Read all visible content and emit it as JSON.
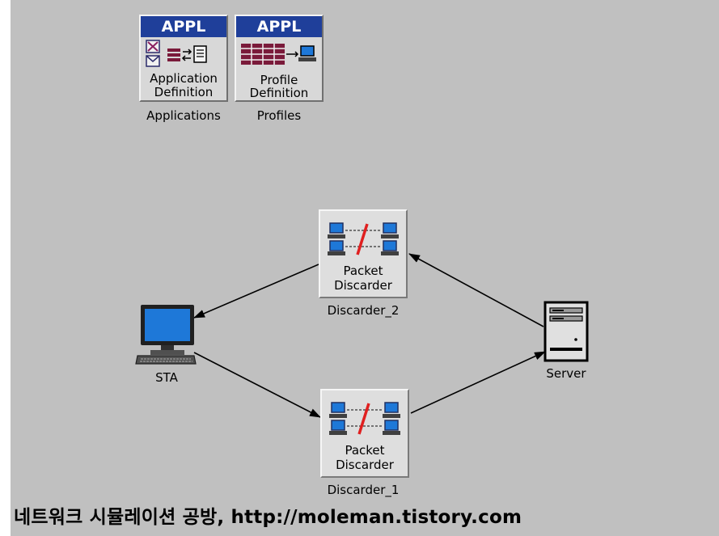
{
  "nodes": {
    "applications": {
      "header": "APPL",
      "label_line1": "Application",
      "label_line2": "Definition",
      "caption": "Applications"
    },
    "profiles": {
      "header": "APPL",
      "label_line1": "Profile",
      "label_line2": "Definition",
      "caption": "Profiles"
    },
    "discarder_2": {
      "label_line1": "Packet",
      "label_line2": "Discarder",
      "caption": "Discarder_2"
    },
    "discarder_1": {
      "label_line1": "Packet",
      "label_line2": "Discarder",
      "caption": "Discarder_1"
    },
    "sta": {
      "caption": "STA"
    },
    "server": {
      "caption": "Server"
    }
  },
  "links": [
    {
      "from": "Server",
      "to": "Discarder_2"
    },
    {
      "from": "Discarder_2",
      "to": "STA"
    },
    {
      "from": "STA",
      "to": "Discarder_1"
    },
    {
      "from": "Discarder_1",
      "to": "Server"
    }
  ],
  "footer": "네트워크 시뮬레이션 공방, http://moleman.tistory.com",
  "colors": {
    "canvas": "#c0c0c0",
    "appl_header": "#1f3f9a",
    "monitor_screen": "#1e78d8",
    "discard_mark": "#e02020"
  }
}
